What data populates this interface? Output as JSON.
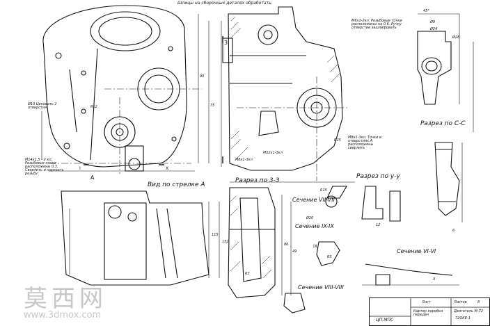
{
  "drawing": {
    "top_note": "Шлицы на сборочных деталях обработать.",
    "view_arrow": "Вид по стрелке А",
    "section_33": "Разрез по 3-3",
    "section_yy": "Разрез по у-у",
    "section_cc": "Разрез по С-С",
    "sec_7": "Сечение VII-VII",
    "sec_9": "Сечение IX-IX",
    "sec_8": "Сечение VIII-VIII",
    "sec_6": "Сечение VI-VI",
    "note_tr": "М6х1-2кл. Резьбовые точки расположены на 0,6. Ручку отверстие зашлифовать",
    "note_l": "Ø10 Цековать 2 отверстия",
    "note_bl": "М14х1,5 - 2 кл. Резьбовые точки расположены 0,3. Сверлить и нарезать резьбу",
    "note_mid": "М8х1-3кл. Точки в отверстиях А расположены сверлить",
    "note_m12": "M12x1-3кл",
    "note_m8": "M8x1-3кл",
    "mark_A": "А",
    "mark_3": "3",
    "mark_I": "I",
    "mark_X": "X",
    "mark_IX": "IX",
    "dims": [
      "Ø9",
      "Ø24",
      "Ø28",
      "R25",
      "R15",
      "Ø20",
      "R3",
      "R5",
      "90",
      "75",
      "115",
      "152",
      "86",
      "49",
      "12",
      "6",
      "45°",
      "3",
      "R12"
    ],
    "title_block": {
      "sheet": "Лист",
      "sheets": "Листов",
      "num": "8",
      "part": "Картер коробки передач",
      "org": "ЦП-МПС",
      "doc": "Двигатель М-72",
      "code": "72ОКЕ-1"
    },
    "watermark": "莫西网",
    "watermark_url": "www.3dmox.com"
  }
}
